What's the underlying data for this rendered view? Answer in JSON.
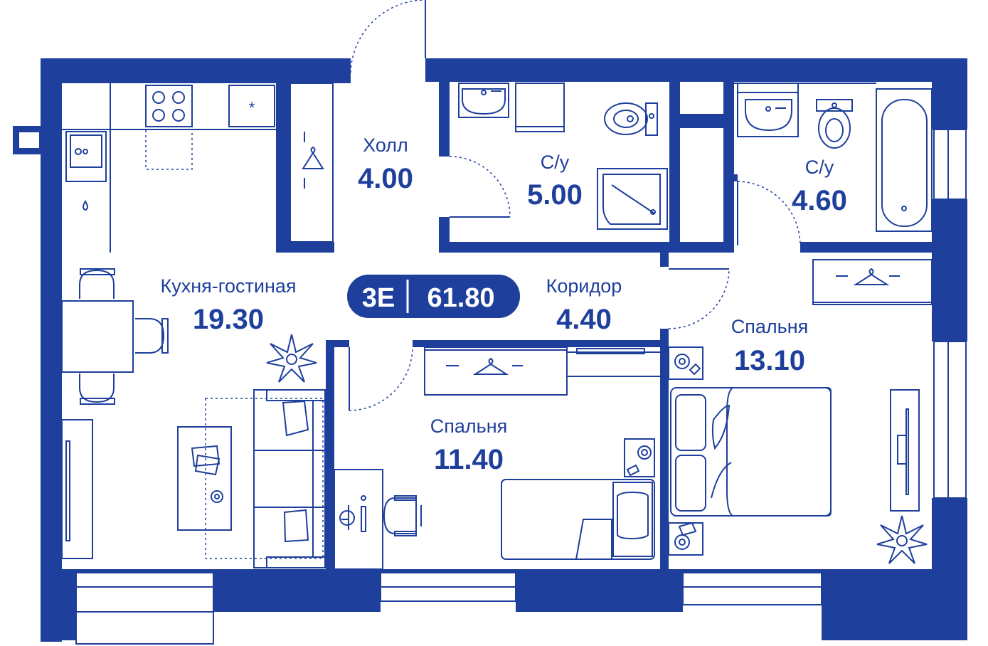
{
  "plan": {
    "type_code": "3E",
    "total_area": "61.80",
    "accent_color": "#1e3f9c",
    "rooms": [
      {
        "id": "hall",
        "name": "Холл",
        "area": "4.00"
      },
      {
        "id": "bathroom1",
        "name": "С/у",
        "area": "5.00"
      },
      {
        "id": "bathroom2",
        "name": "С/у",
        "area": "4.60"
      },
      {
        "id": "kitchen_living",
        "name": "Кухня-гостиная",
        "area": "19.30"
      },
      {
        "id": "corridor",
        "name": "Коридор",
        "area": "4.40"
      },
      {
        "id": "bedroom_large",
        "name": "Спальня",
        "area": "13.10"
      },
      {
        "id": "bedroom_small",
        "name": "Спальня",
        "area": "11.40"
      }
    ]
  }
}
